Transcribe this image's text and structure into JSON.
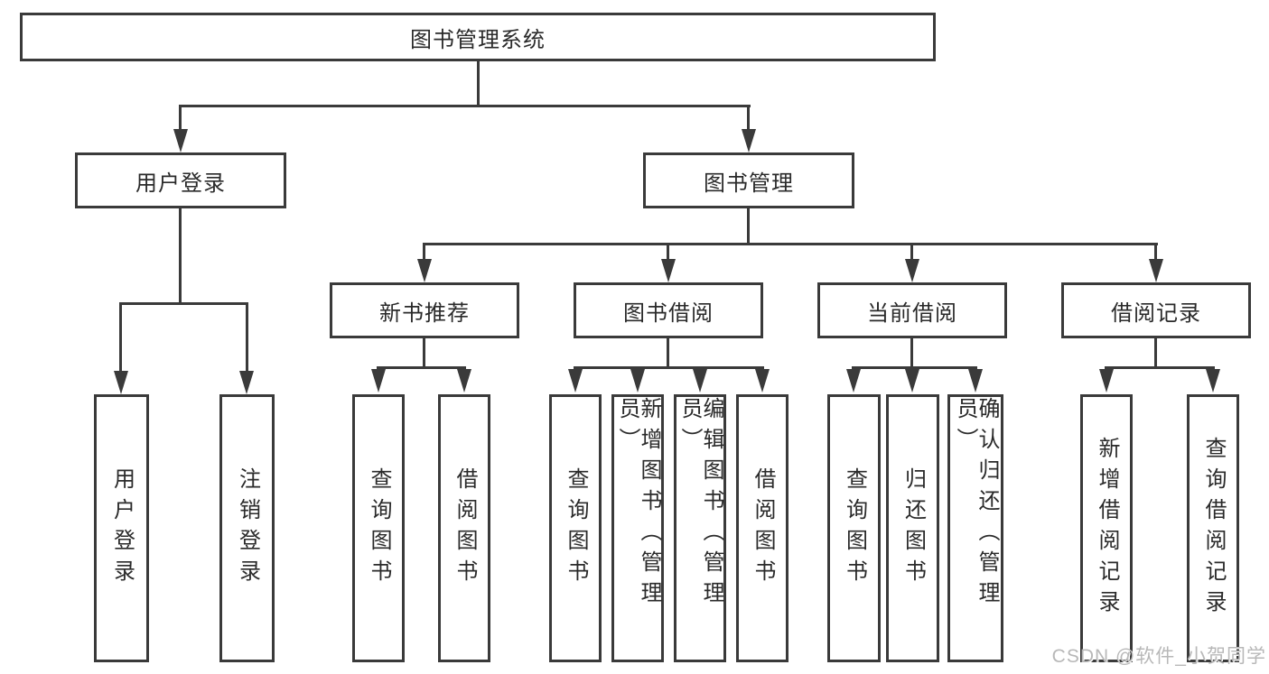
{
  "diagram": {
    "root": {
      "label": "图书管理系统"
    },
    "level2": [
      {
        "label": "用户登录"
      },
      {
        "label": "图书管理"
      }
    ],
    "level3": [
      {
        "label": "新书推荐"
      },
      {
        "label": "图书借阅"
      },
      {
        "label": "当前借阅"
      },
      {
        "label": "借阅记录"
      }
    ],
    "leaves": {
      "user_login": [
        {
          "label": "用户登录"
        },
        {
          "label": "注销登录"
        }
      ],
      "new_books": [
        {
          "label": "查询图书"
        },
        {
          "label": "借阅图书"
        }
      ],
      "book_borrow": [
        {
          "label": "查询图书"
        },
        {
          "label": "新增图书（管理员）"
        },
        {
          "label": "编辑图书（管理员）"
        },
        {
          "label": "借阅图书"
        }
      ],
      "current_borrow": [
        {
          "label": "查询图书"
        },
        {
          "label": "归还图书"
        },
        {
          "label": "确认归还（管理员）"
        }
      ],
      "borrow_records": [
        {
          "label": "新增借阅记录"
        },
        {
          "label": "查询借阅记录"
        }
      ]
    },
    "watermark": "CSDN @软件_小贺同学",
    "colors": {
      "line": "#3a3a3a",
      "text": "#2a2a2a",
      "watermark": "#b8b8b8",
      "background": "#ffffff"
    }
  }
}
